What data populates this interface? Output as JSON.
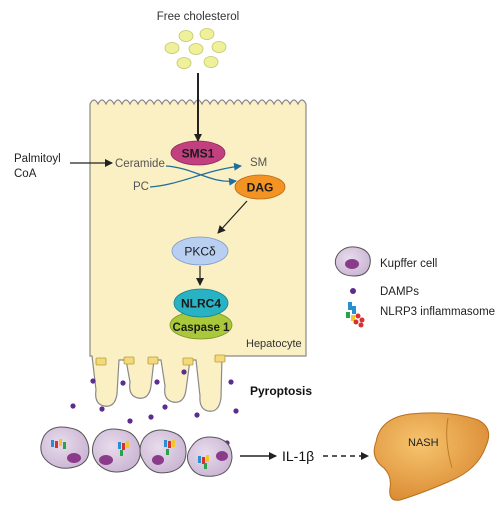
{
  "diagram": {
    "free_cholesterol": "Free cholesterol",
    "palmitoyl": "Palmitoyl",
    "coa": "CoA",
    "ceramide": "Ceramide",
    "pc": "PC",
    "sm": "SM",
    "sms1": "SMS1",
    "dag": "DAG",
    "pkc": "PKCδ",
    "nlrc4": "NLRC4",
    "caspase1": "Caspase 1",
    "hepatocyte": "Hepatocyte",
    "pyroptosis": "Pyroptosis",
    "il1b": "IL-1β",
    "nash": "NASH"
  },
  "legend": {
    "kupffer": "Kupffer cell",
    "damps": "DAMPs",
    "nlrp3": "NLRP3 inflammasome"
  },
  "colors": {
    "hepatocyte_fill": "#fbf0c3",
    "hepatocyte_stroke": "#8a8a8a",
    "cholesterol_fill": "#eef19a",
    "sms1": "#c2407f",
    "dag": "#f29324",
    "pkc": "#b9cff1",
    "nlrc4": "#27b3c4",
    "caspase1": "#a9c83a",
    "kupffer_fill": "#d7c6de",
    "kupffer_nucleus": "#8a3c8a",
    "damp": "#5b2d8e",
    "liver": "#e8a24a",
    "arrow_blue": "#1f6e9c"
  }
}
